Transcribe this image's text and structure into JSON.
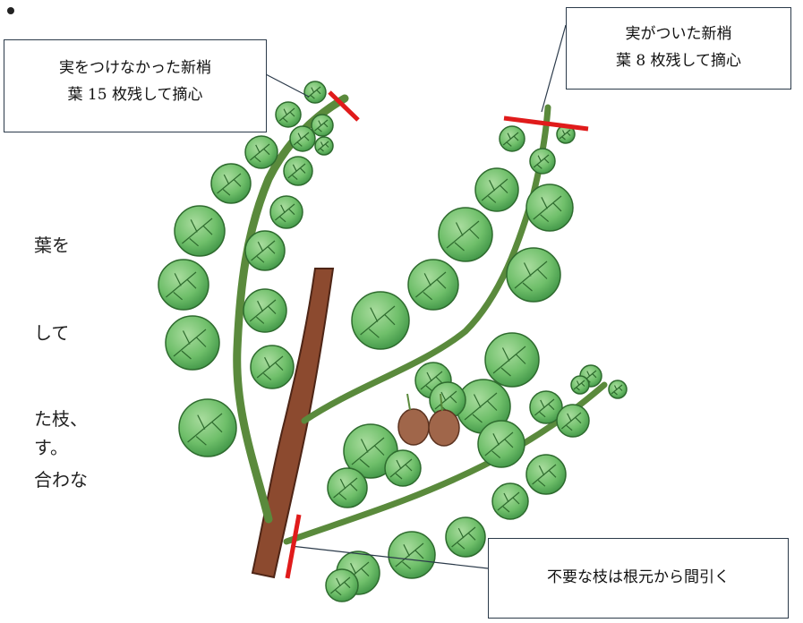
{
  "callouts": {
    "unfruited": {
      "line1": "実をつけなかった新梢",
      "line2": "葉 15 枚残して摘心"
    },
    "fruited": {
      "line1": "実がついた新梢",
      "line2": "葉 8 枚残して摘心"
    },
    "remove": {
      "text": "不要な枝は根元から間引く"
    }
  },
  "background_fragments": [
    "葉を",
    "して",
    "た枝、",
    "す。",
    "合わな"
  ],
  "colors": {
    "leaf_fill": "#6fbf6a",
    "leaf_edge": "#2e6b2e",
    "stem": "#5a8a3c",
    "trunk": "#8c4a2f",
    "fruit": "#a0664a",
    "cut_mark": "#e01b1b"
  }
}
